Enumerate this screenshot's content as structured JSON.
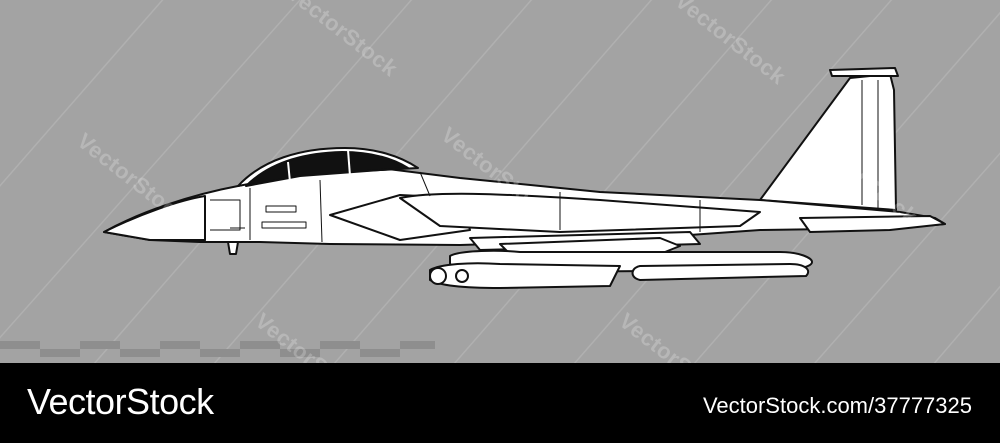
{
  "watermark": {
    "text": "VectorStock"
  },
  "footer": {
    "brand": "VectorStock",
    "image_id": "VectorStock.com/37777325"
  },
  "colors": {
    "background": "#a3a3a3",
    "footer": "#000000",
    "outline": "#111111",
    "airframe": "#ffffff"
  }
}
